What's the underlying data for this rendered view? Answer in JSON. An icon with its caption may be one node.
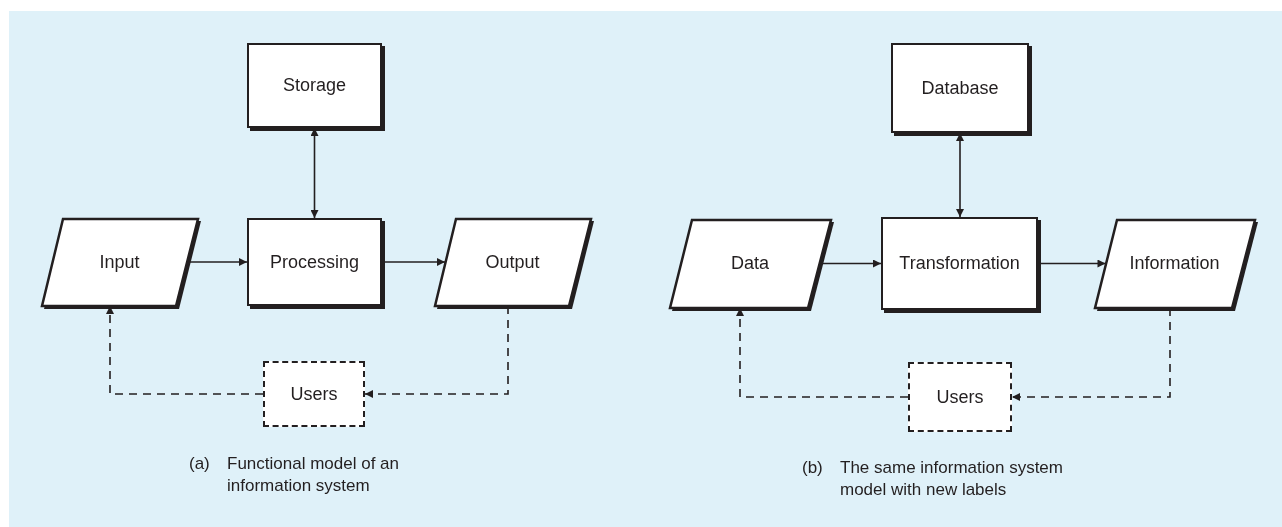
{
  "diagram": {
    "nodes": [
      {
        "text": [
          "Storage"
        ]
      },
      {
        "text": [
          "Input"
        ]
      },
      {
        "text": [
          "Processing"
        ]
      },
      {
        "text": [
          "Output"
        ]
      },
      {
        "text": [
          "Users"
        ]
      },
      {
        "text": [
          "Database"
        ]
      },
      {
        "text": [
          "Data"
        ]
      },
      {
        "text": [
          "Transformation"
        ]
      },
      {
        "text": [
          "Information"
        ]
      },
      {
        "text": [
          "Users"
        ]
      }
    ],
    "edges": [
      {
        "from": 2,
        "to": 0,
        "arrow": "both"
      },
      {
        "from": 1,
        "to": 2,
        "arrow": "to"
      },
      {
        "from": 2,
        "to": 3,
        "arrow": "to"
      },
      {
        "from": 3,
        "to": 4,
        "arrow": "to",
        "style": "dashed"
      },
      {
        "from": 4,
        "to": 1,
        "arrow": "to",
        "style": "dashed"
      },
      {
        "from": 7,
        "to": 5,
        "arrow": "both"
      },
      {
        "from": 6,
        "to": 7,
        "arrow": "to"
      },
      {
        "from": 7,
        "to": 8,
        "arrow": "to"
      },
      {
        "from": 8,
        "to": 9,
        "arrow": "to",
        "style": "dashed"
      },
      {
        "from": 9,
        "to": 6,
        "arrow": "to",
        "style": "dashed"
      }
    ],
    "labels": [
      "(a)",
      "Functional model of an information system",
      "(b)",
      "The same information system model with new labels"
    ]
  }
}
